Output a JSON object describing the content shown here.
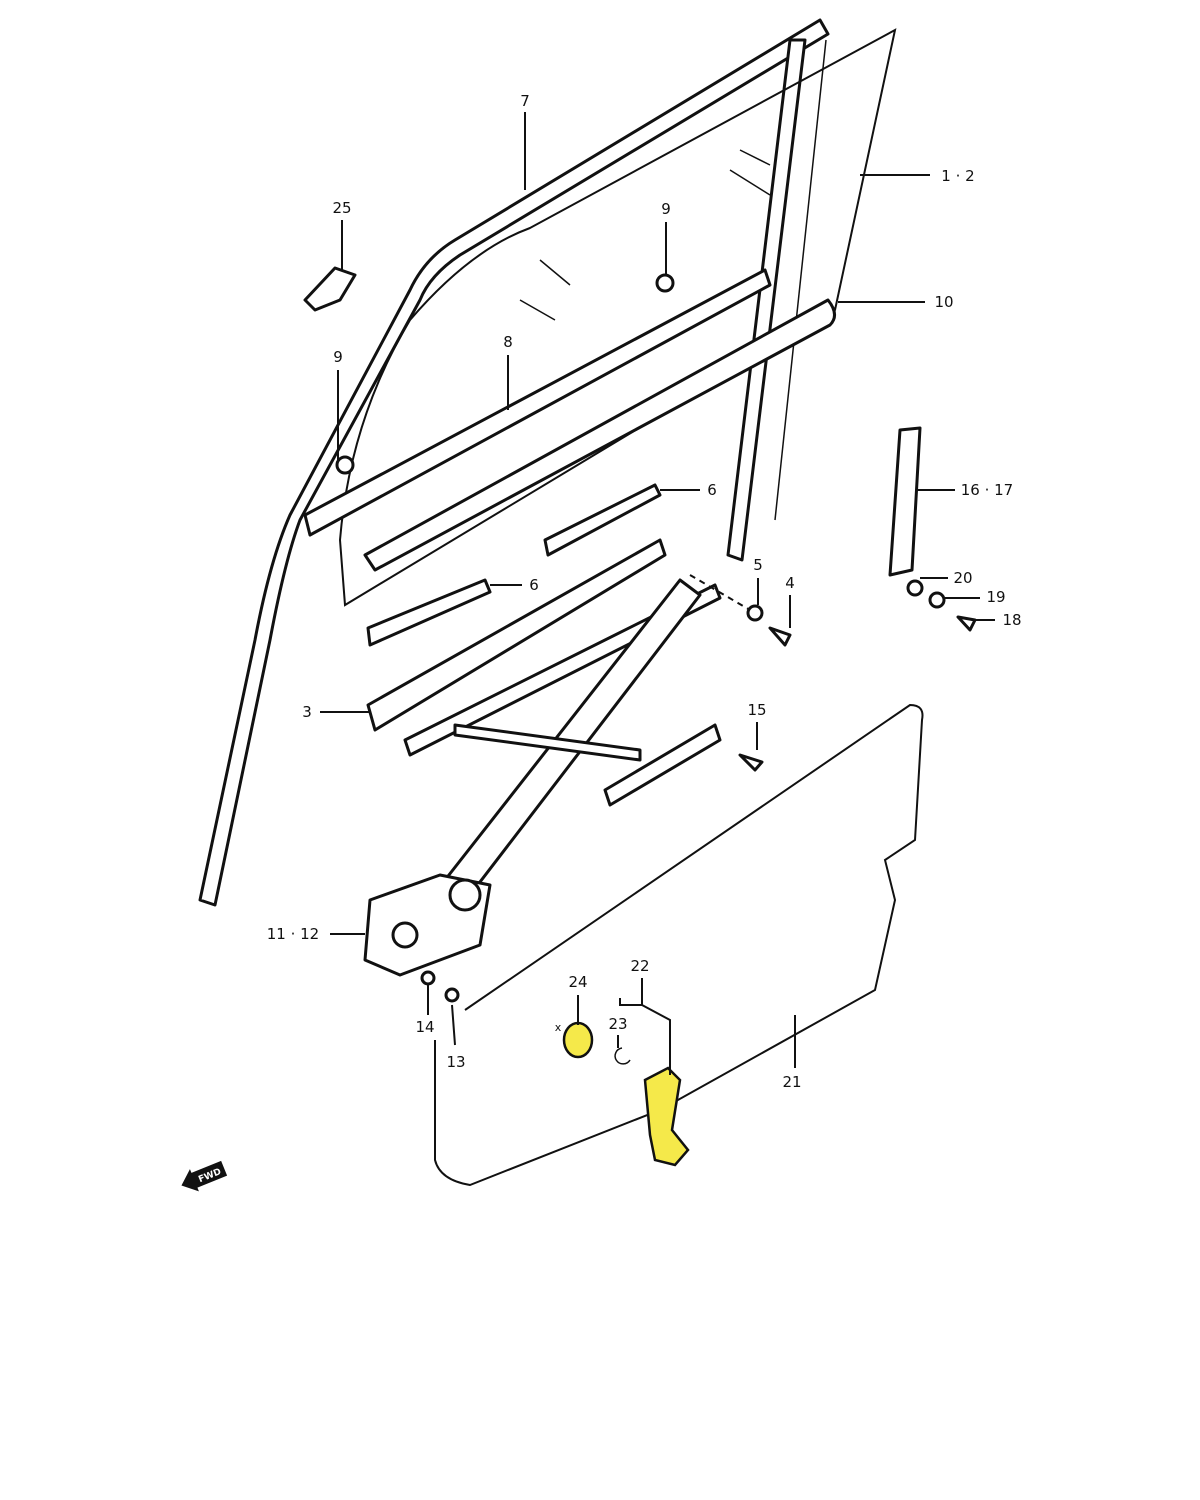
{
  "diagram": {
    "highlight_color": "#f5e94a",
    "labels": {
      "frame": "7",
      "glass": "1 · 2",
      "clip_top": "25",
      "clip_a": "9",
      "weatherstrip_outer": "10",
      "clip_b": "9",
      "weatherstrip_inner": "8",
      "channel_a": "6",
      "rear_channel": "16 · 17",
      "channel_b": "6",
      "nut": "5",
      "bolt": "4",
      "bracket": "20",
      "nut_b": "19",
      "screw_b": "18",
      "sash": "3",
      "bolt_b": "15",
      "regulator": "11 · 12",
      "washer": "24",
      "handle_assy": "22",
      "clip_c": "23",
      "screw_c": "14",
      "screw_d": "13",
      "trim_panel": "21",
      "note_mark": "x"
    },
    "direction_arrow": "FWD"
  }
}
